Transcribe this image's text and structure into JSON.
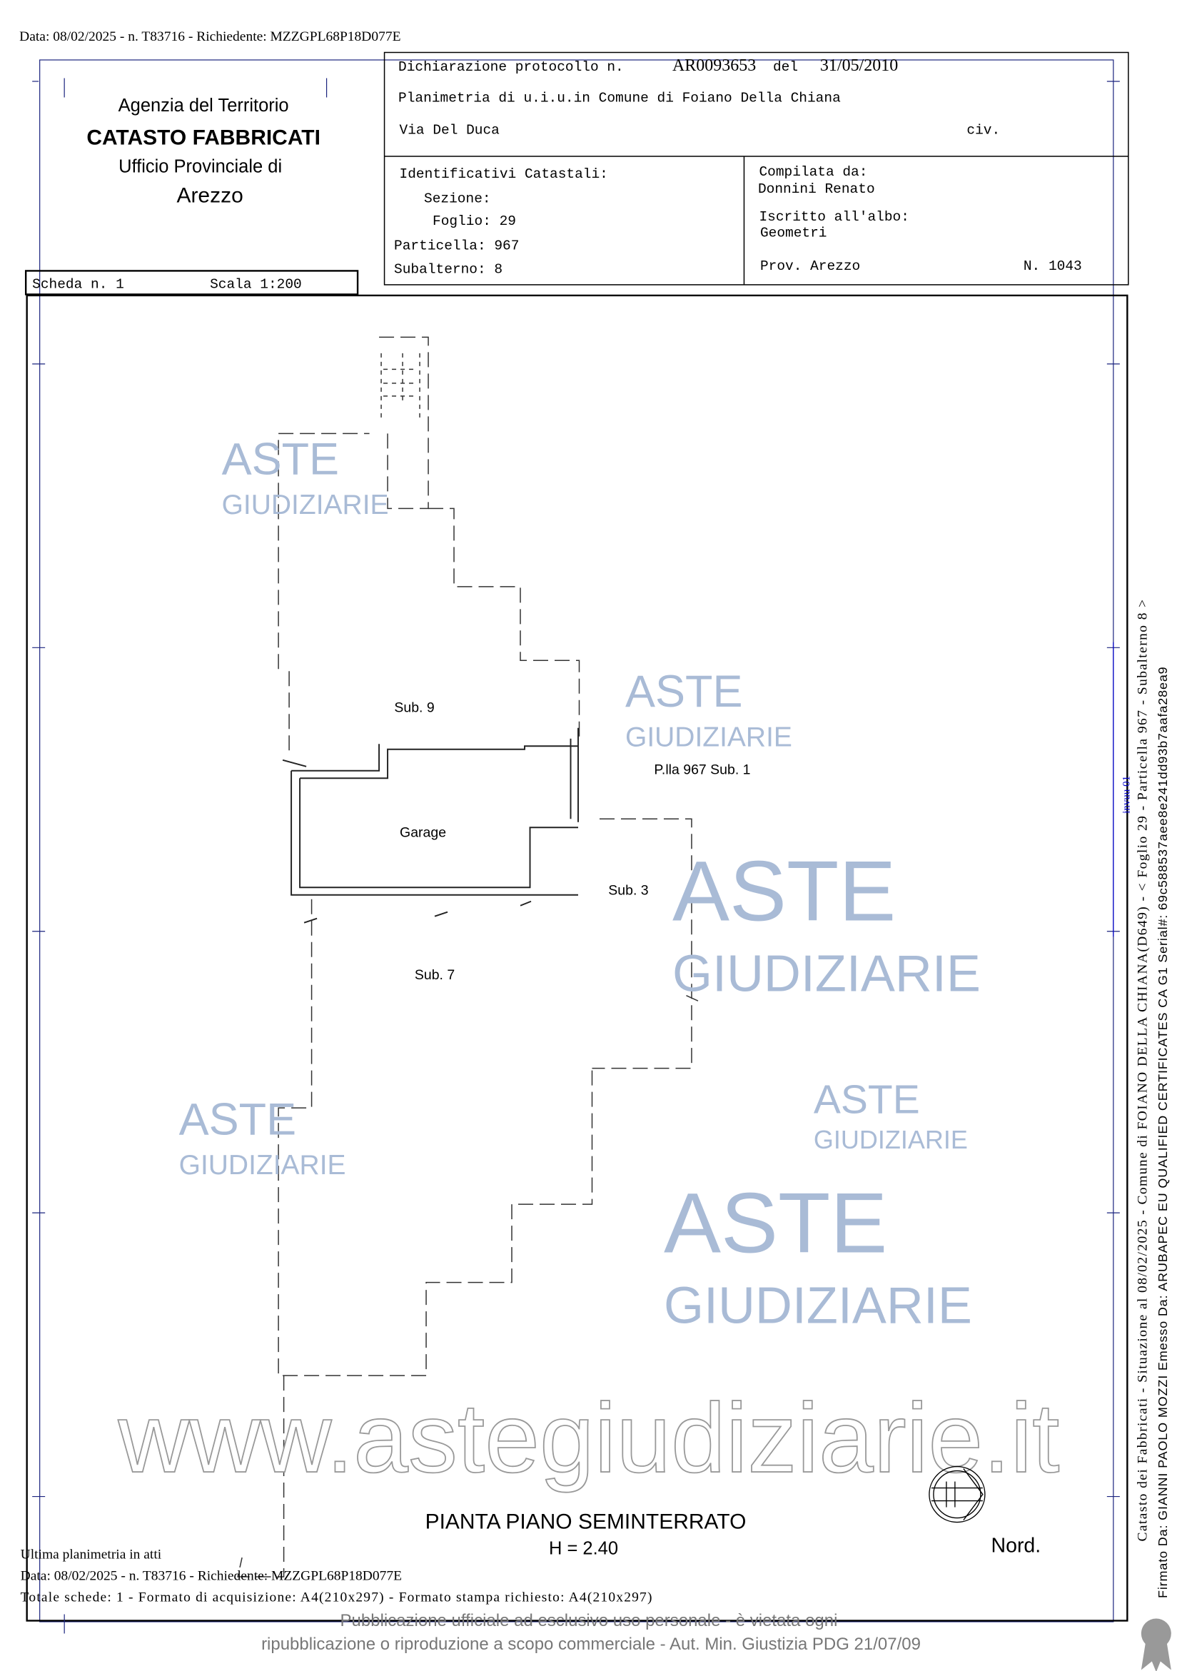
{
  "top_meta": "Data: 08/02/2025 - n. T83716 - Richiedente: MZZGPL68P18D077E",
  "header_left": {
    "agency": "Agenzia del Territorio",
    "catasto": "CATASTO FABBRICATI",
    "office": "Ufficio Provinciale di",
    "province": "Arezzo"
  },
  "scheda": {
    "label": "Scheda n. 1",
    "scale": "Scala 1:200"
  },
  "declaration": {
    "label": "Dichiarazione protocollo n.",
    "number": "AR0093653",
    "del_label": "del",
    "date": "31/05/2010",
    "planimetria": "Planimetria di u.i.u.in Comune di Foiano Della Chiana",
    "address": "Via Del Duca",
    "civ": "civ."
  },
  "identifiers": {
    "title": "Identificativi Catastali:",
    "sezione": "Sezione:",
    "foglio": "Foglio: 29",
    "particella": "Particella: 967",
    "subalterno": "Subalterno: 8"
  },
  "compiler": {
    "label": "Compilata da:",
    "name": "Donnini Renato",
    "albo_label": "Iscritto all'albo:",
    "albo": "Geometri",
    "prov": "Prov. Arezzo",
    "number": "N. 1043"
  },
  "plan": {
    "labels": {
      "sub9": "Sub. 9",
      "plla": "P.lla 967 Sub. 1",
      "garage": "Garage",
      "sub3": "Sub. 3",
      "sub7": "Sub. 7"
    },
    "title": "PIANTA PIANO SEMINTERRATO",
    "height": "H = 2.40",
    "north": "Nord."
  },
  "footer": {
    "last_plan": "Ultima planimetria in atti",
    "meta": "Data: 08/02/2025 - n. T83716 - Richiedente: MZZGPL68P18D077E",
    "totals": "Totale schede: 1 - Formato di acquisizione: A4(210x297) - Formato stampa richiesto: A4(210x297)",
    "publication_1": "Pubblicazione ufficiale ad esclusivo uso personale - è vietata ogni",
    "publication_2": "ripubblicazione o riproduzione a scopo commerciale - Aut. Min. Giustizia PDG 21/07/09"
  },
  "side": {
    "catasto_line": "Catasto dei Fabbricati - Situazione al 08/02/2025 - Comune di FOIANO DELLA CHIANA(D649) - < Foglio 29 - Particella 967 - Subalterno 8 >",
    "signed_line": "Firmato Da: GIANNI PAOLO MOZZI Emesso Da: ARUBAPEC EU QUALIFIED CERTIFICATES CA G1 Serial#: 69c588537aee8e241dd93b7aafa28ea9",
    "margin_mark": "invuu 01"
  },
  "watermark": {
    "brand_top": "ASTE",
    "brand_bottom": "GIUDIZIARIE",
    "url": "www.astegiudiziarie.it"
  }
}
